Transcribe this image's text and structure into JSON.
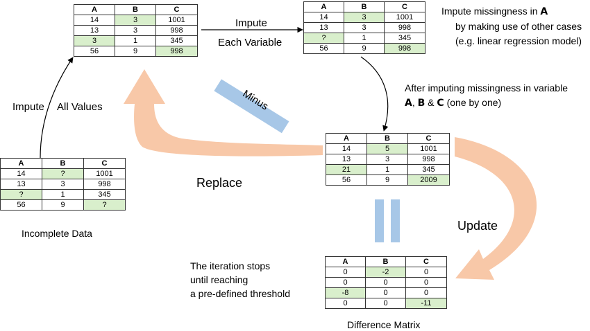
{
  "colors": {
    "highlight": "#d9efcc",
    "flow_arrow": "#f8c8a8",
    "operator_bar": "#a7c7e7",
    "line": "#000000"
  },
  "labels": {
    "impute_each": "Impute",
    "each_variable": "Each Variable",
    "impute_all": "Impute",
    "all_values": "All Values",
    "minus": "Minus",
    "replace": "Replace",
    "update": "Update",
    "incomplete_data": "Incomplete Data",
    "difference_matrix": "Difference Matrix",
    "note_impute_a": {
      "pre": "Impute missingness in ",
      "var": "A",
      "line2": "by making use of other cases",
      "line3": "(e.g. linear regression model)"
    },
    "note_after": {
      "line1": "After imputing missingness in variable",
      "var_a": "A",
      "sep1": ", ",
      "var_b": "B",
      "sep2": " & ",
      "var_c": "C",
      "tail": " (one by one)"
    },
    "note_stop": {
      "line1": "The iteration stops",
      "line2": "until reaching",
      "line3": "a pre-defined threshold"
    }
  },
  "tables": {
    "incomplete": {
      "headers": [
        "A",
        "B",
        "C"
      ],
      "rows": [
        [
          "14",
          "?",
          "1001"
        ],
        [
          "13",
          "3",
          "998"
        ],
        [
          "?",
          "1",
          "345"
        ],
        [
          "56",
          "9",
          "?"
        ]
      ],
      "highlight": [
        [
          0,
          1
        ],
        [
          2,
          0
        ],
        [
          3,
          2
        ]
      ]
    },
    "initial_imputed": {
      "headers": [
        "A",
        "B",
        "C"
      ],
      "rows": [
        [
          "14",
          "3",
          "1001"
        ],
        [
          "13",
          "3",
          "998"
        ],
        [
          "3",
          "1",
          "345"
        ],
        [
          "56",
          "9",
          "998"
        ]
      ],
      "highlight": [
        [
          0,
          1
        ],
        [
          2,
          0
        ],
        [
          3,
          2
        ]
      ]
    },
    "impute_a": {
      "headers": [
        "A",
        "B",
        "C"
      ],
      "rows": [
        [
          "14",
          "3",
          "1001"
        ],
        [
          "13",
          "3",
          "998"
        ],
        [
          "?",
          "1",
          "345"
        ],
        [
          "56",
          "9",
          "998"
        ]
      ],
      "highlight": [
        [
          0,
          1
        ],
        [
          2,
          0
        ],
        [
          3,
          2
        ]
      ]
    },
    "updated": {
      "headers": [
        "A",
        "B",
        "C"
      ],
      "rows": [
        [
          "14",
          "5",
          "1001"
        ],
        [
          "13",
          "3",
          "998"
        ],
        [
          "21",
          "1",
          "345"
        ],
        [
          "56",
          "9",
          "2009"
        ]
      ],
      "highlight": [
        [
          0,
          1
        ],
        [
          2,
          0
        ],
        [
          3,
          2
        ]
      ]
    },
    "difference": {
      "headers": [
        "A",
        "B",
        "C"
      ],
      "rows": [
        [
          "0",
          "-2",
          "0"
        ],
        [
          "0",
          "0",
          "0"
        ],
        [
          "-8",
          "0",
          "0"
        ],
        [
          "0",
          "0",
          "-11"
        ]
      ],
      "highlight": [
        [
          0,
          1
        ],
        [
          2,
          0
        ],
        [
          3,
          2
        ]
      ]
    }
  }
}
